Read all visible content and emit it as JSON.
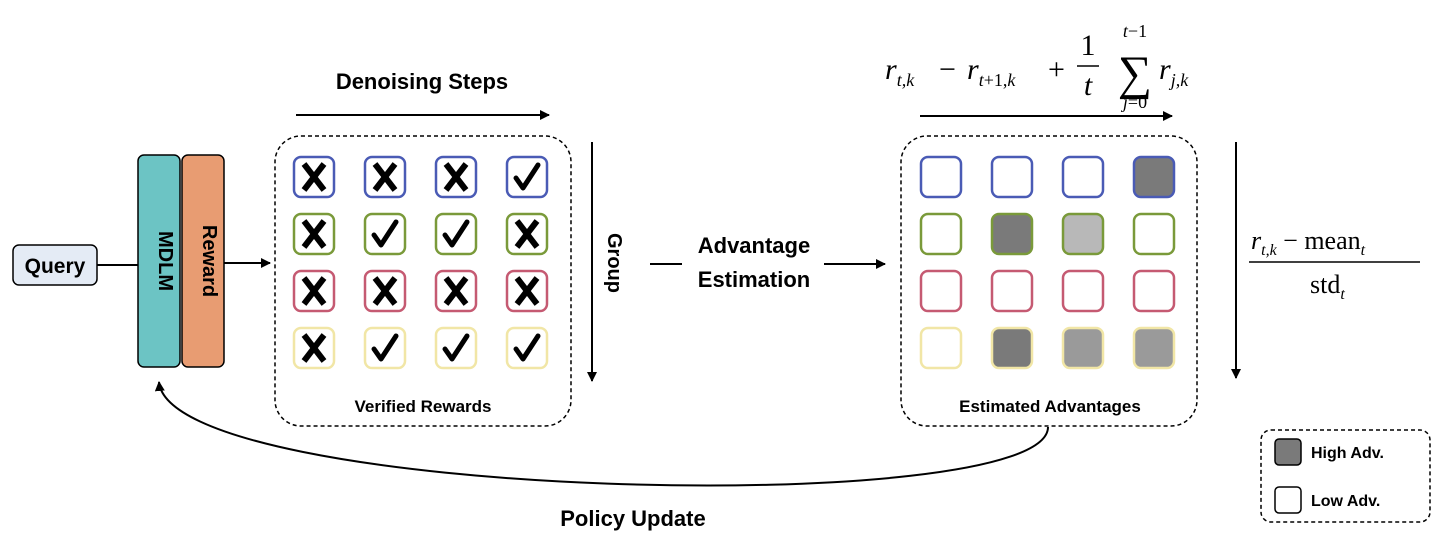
{
  "query": {
    "label": "Query"
  },
  "model": {
    "mdlm_label": "MDLM",
    "reward_label": "Reward"
  },
  "axis_labels": {
    "denoising_steps": "Denoising Steps",
    "group": "Group",
    "advantage_estimation_line1": "Advantage",
    "advantage_estimation_line2": "Estimation",
    "policy_update": "Policy Update"
  },
  "verified_rewards": {
    "title": "Verified Rewards",
    "rows": [
      [
        "x",
        "x",
        "x",
        "check"
      ],
      [
        "x",
        "check",
        "check",
        "x"
      ],
      [
        "x",
        "x",
        "x",
        "x"
      ],
      [
        "x",
        "check",
        "check",
        "check"
      ]
    ]
  },
  "estimated_advantages": {
    "title": "Estimated Advantages",
    "rows": [
      [
        "empty",
        "empty",
        "empty",
        "high"
      ],
      [
        "empty",
        "high",
        "light",
        "empty"
      ],
      [
        "empty",
        "empty",
        "empty",
        "empty"
      ],
      [
        "empty",
        "high",
        "mid",
        "mid"
      ]
    ]
  },
  "row_colors": [
    "#4a5bb5",
    "#7a9a3a",
    "#c55a72",
    "#f1e6a6"
  ],
  "fill_colors": {
    "high": "#7a7a7a",
    "mid": "#9a9a9a",
    "light": "#b8b8b8",
    "empty": "#ffffff"
  },
  "model_colors": {
    "mdlm": "#6cc4c4",
    "reward": "#e89c72"
  },
  "query_color": "#e4ebf5",
  "legend": {
    "high_label": "High Adv.",
    "low_label": "Low Adv."
  },
  "formula_step": "r_{t,k} - r_{t+1,k} + (1/t) Σ_{j=0}^{t-1} r_{j,k}",
  "formula_group": "(r_{t,k} - mean_t) / std_t"
}
